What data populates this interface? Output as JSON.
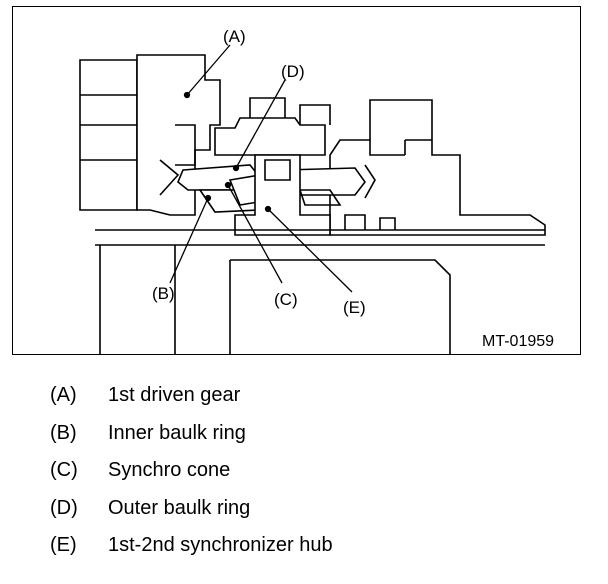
{
  "figure": {
    "id_label": "MT-01959",
    "callouts": {
      "A": "(A)",
      "B": "(B)",
      "C": "(C)",
      "D": "(D)",
      "E": "(E)"
    }
  },
  "legend": [
    {
      "letter": "(A)",
      "text": "1st driven gear"
    },
    {
      "letter": "(B)",
      "text": "Inner baulk ring"
    },
    {
      "letter": "(C)",
      "text": "Synchro cone"
    },
    {
      "letter": "(D)",
      "text": "Outer baulk ring"
    },
    {
      "letter": "(E)",
      "text": "1st-2nd synchronizer hub"
    }
  ]
}
